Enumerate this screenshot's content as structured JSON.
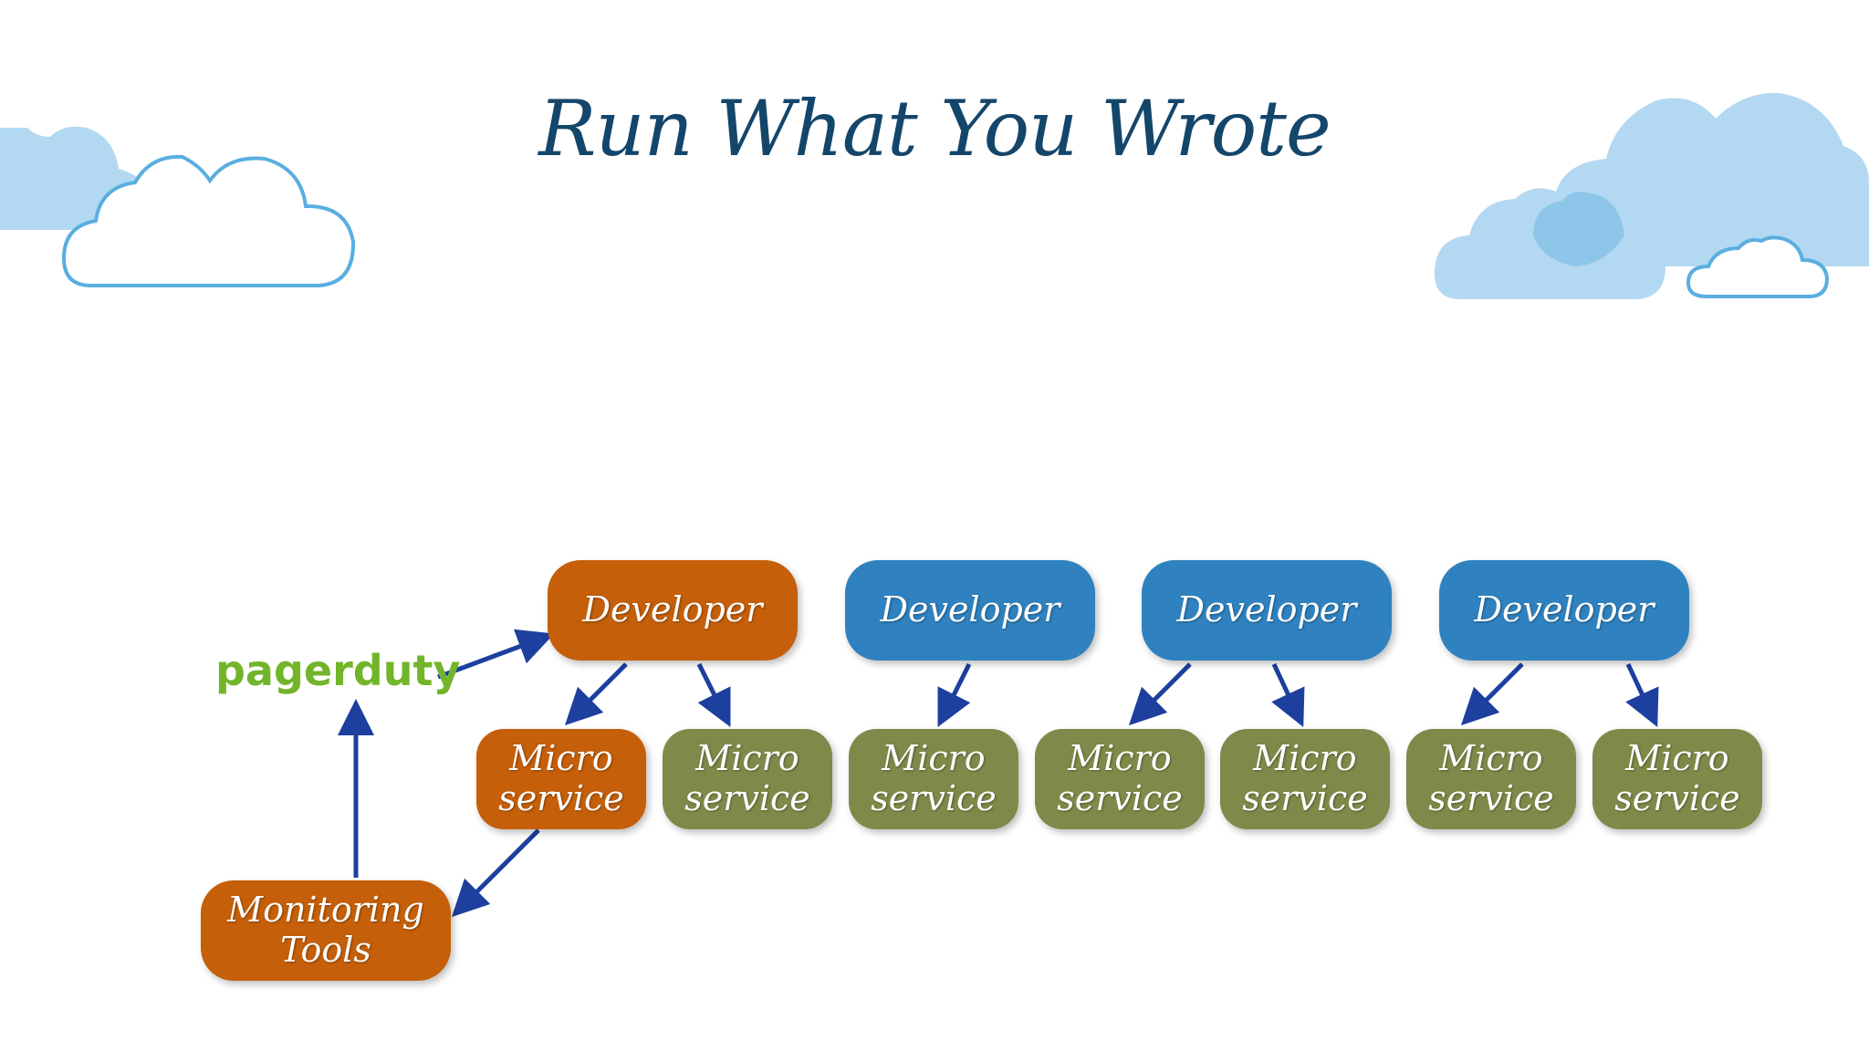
{
  "title": "Run What You Wrote",
  "pagerduty_logo_text": "pagerduty",
  "developers": [
    {
      "label": "Developer",
      "color": "#c55f0a"
    },
    {
      "label": "Developer",
      "color": "#2f82bf"
    },
    {
      "label": "Developer",
      "color": "#2f82bf"
    },
    {
      "label": "Developer",
      "color": "#2f82bf"
    }
  ],
  "microservices": [
    {
      "line1": "Micro",
      "line2": "service",
      "color": "#c55f0a"
    },
    {
      "line1": "Micro",
      "line2": "service",
      "color": "#7e8a49"
    },
    {
      "line1": "Micro",
      "line2": "service",
      "color": "#7e8a49"
    },
    {
      "line1": "Micro",
      "line2": "service",
      "color": "#7e8a49"
    },
    {
      "line1": "Micro",
      "line2": "service",
      "color": "#7e8a49"
    },
    {
      "line1": "Micro",
      "line2": "service",
      "color": "#7e8a49"
    },
    {
      "line1": "Micro",
      "line2": "service",
      "color": "#7e8a49"
    }
  ],
  "monitoring": {
    "line1": "Monitoring",
    "line2": "Tools",
    "color": "#c55f0a"
  },
  "colors": {
    "title": "#14466b",
    "arrow": "#1d3f9e",
    "cloud_fill": "#b3d9f2",
    "cloud_outline": "#5aaee0"
  }
}
